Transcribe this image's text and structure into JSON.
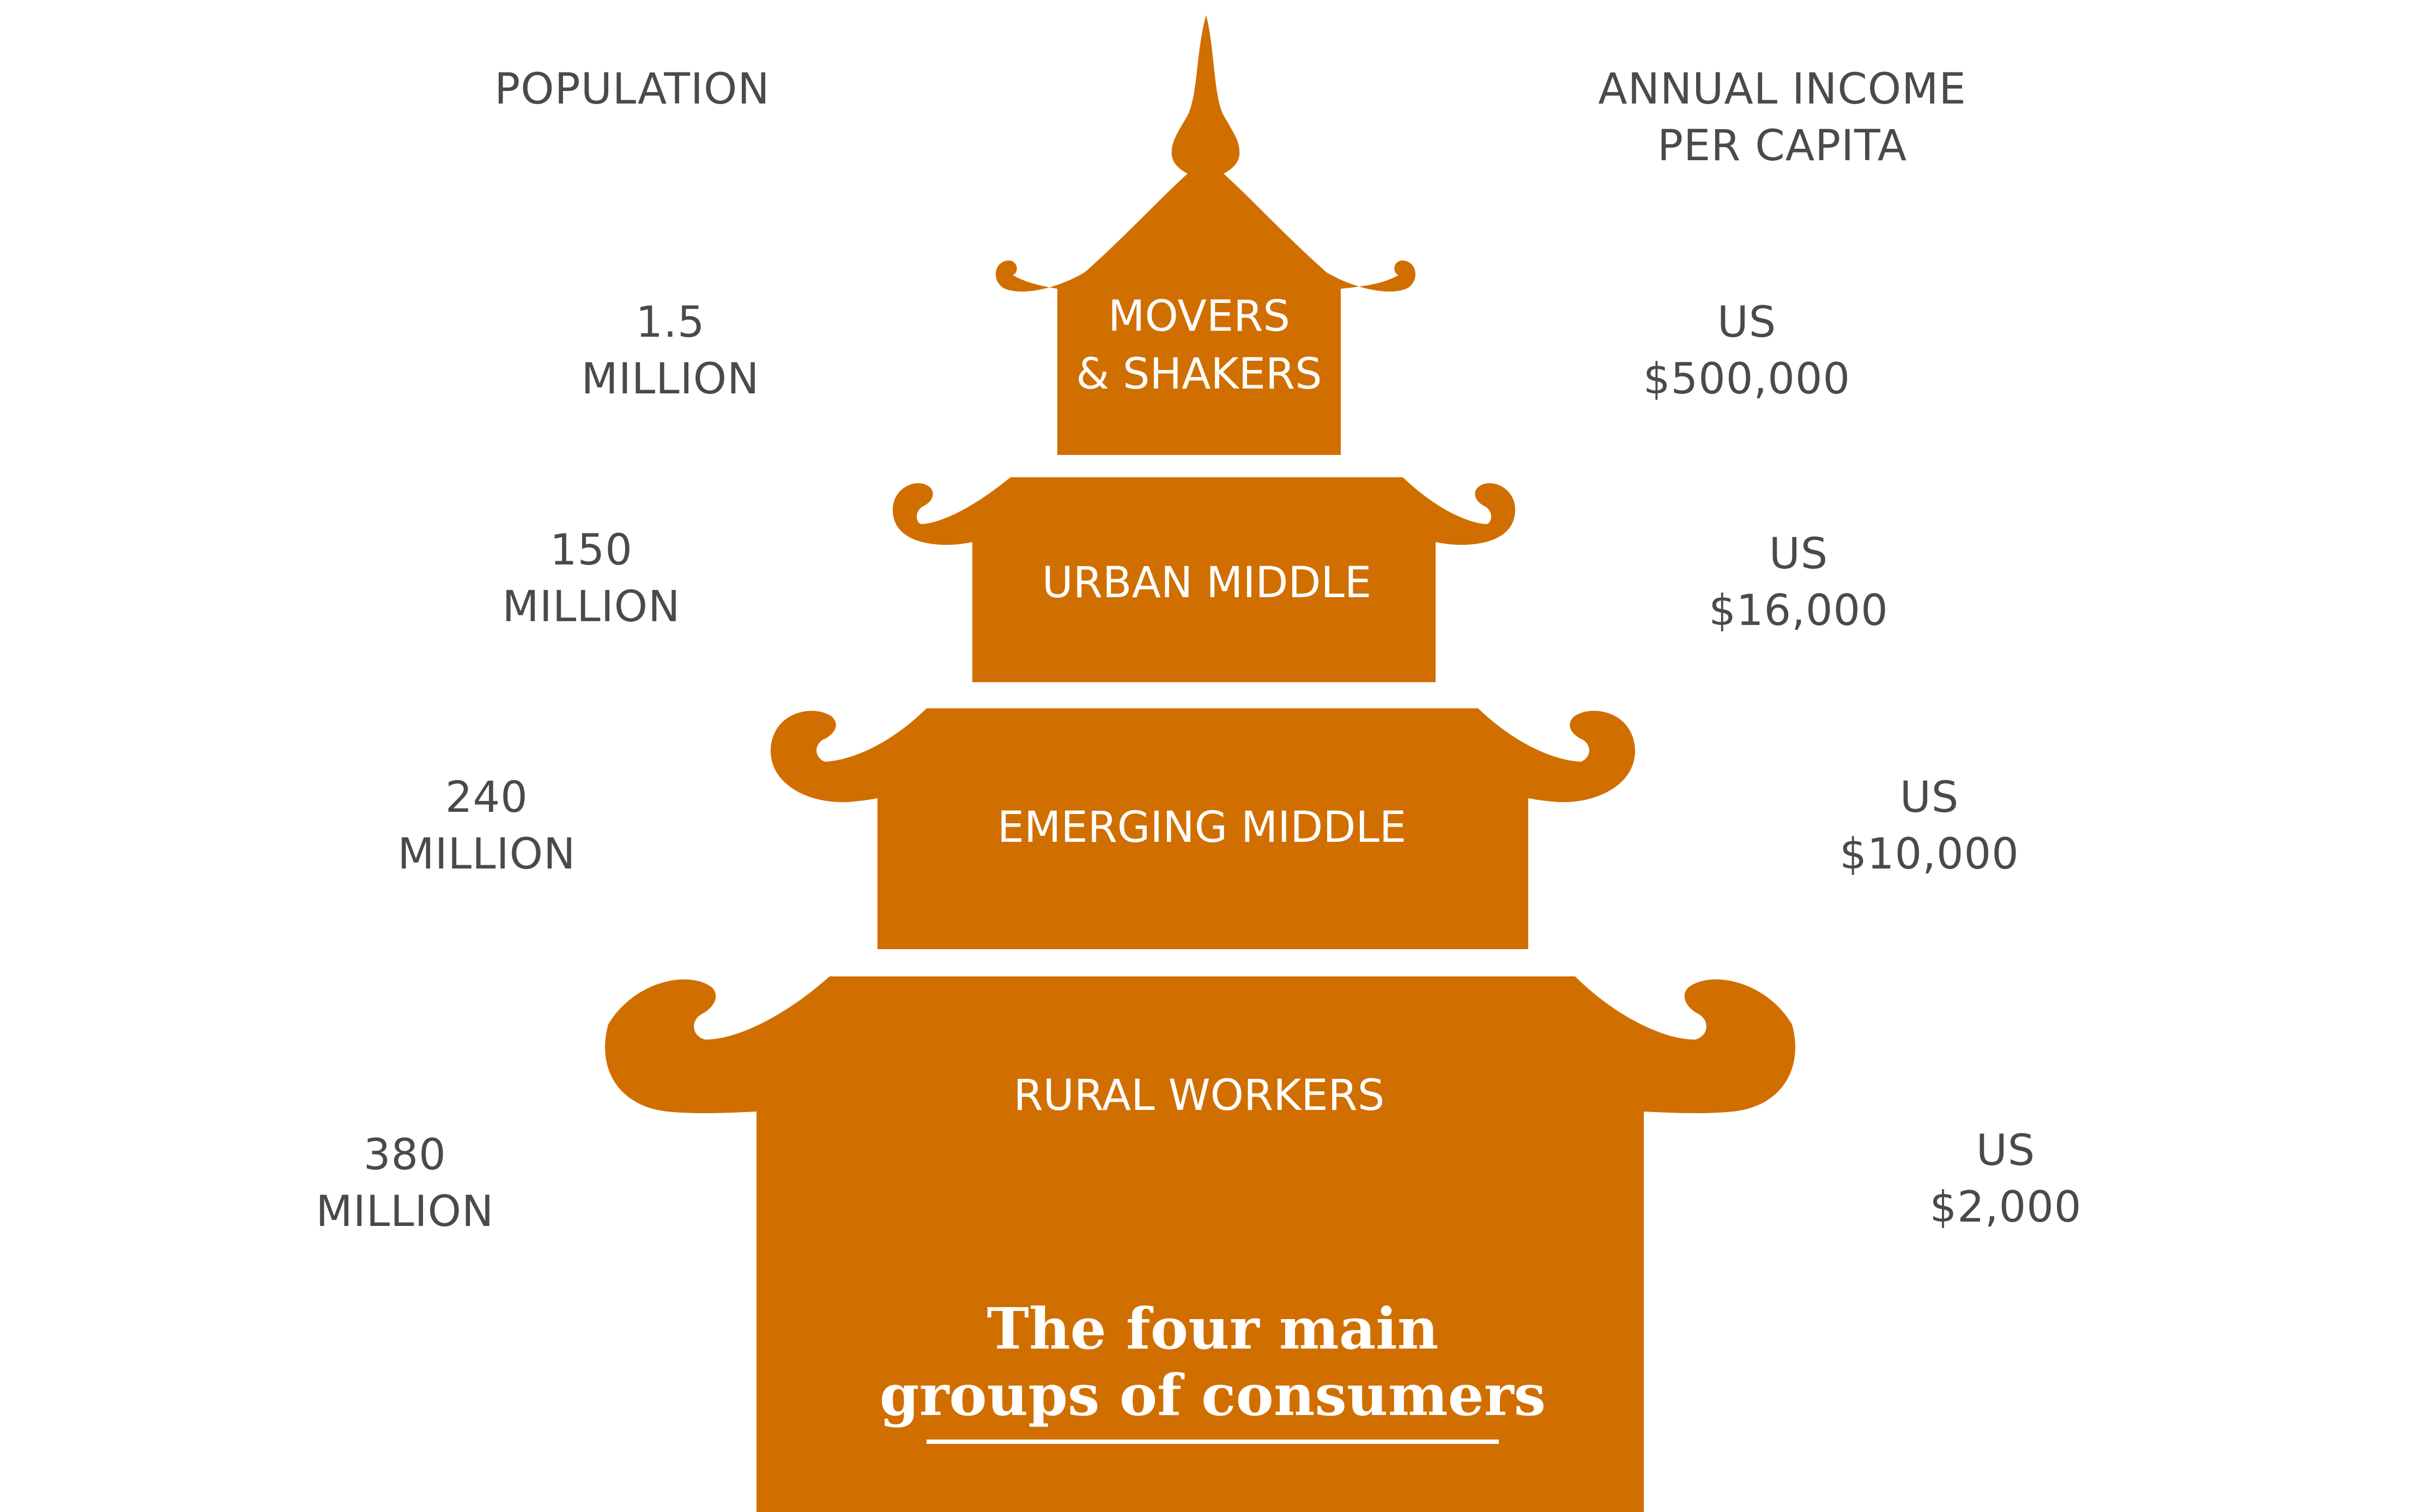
{
  "headers": {
    "population": "POPULATION",
    "income_line1": "ANNUAL INCOME",
    "income_line2": "PER CAPITA"
  },
  "tiers": [
    {
      "name_line1": "MOVERS",
      "name_line2": "& SHAKERS",
      "pop_line1": "1.5",
      "pop_line2": "MILLION",
      "inc_line1": "US",
      "inc_line2": "$500,000"
    },
    {
      "name_line1": "URBAN MIDDLE",
      "pop_line1": "150",
      "pop_line2": "MILLION",
      "inc_line1": "US",
      "inc_line2": "$16,000"
    },
    {
      "name_line1": "EMERGING MIDDLE",
      "pop_line1": "240",
      "pop_line2": "MILLION",
      "inc_line1": "US",
      "inc_line2": "$10,000"
    },
    {
      "name_line1": "RURAL WORKERS",
      "pop_line1": "380",
      "pop_line2": "MILLION",
      "inc_line1": "US",
      "inc_line2": "$2,000"
    }
  ],
  "title": {
    "line1": "The four main",
    "line2": "groups of consumers"
  },
  "colors": {
    "pagoda": "#D06F00",
    "text_dark": "#4a4a4a",
    "text_light": "#ffffff"
  }
}
